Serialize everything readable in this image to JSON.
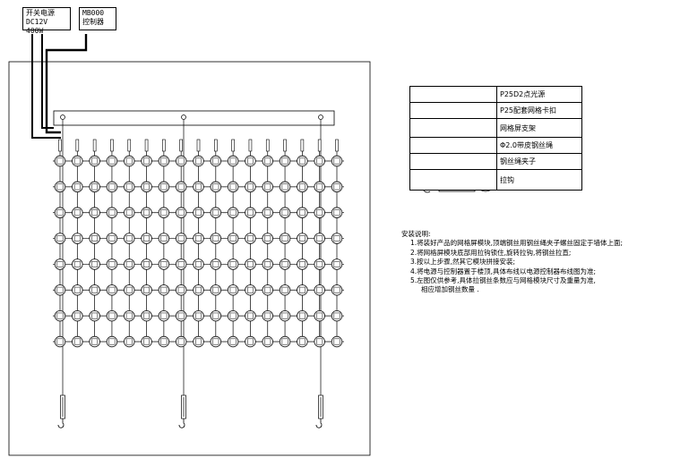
{
  "controller_boxes": {
    "power": {
      "line1": "开关电源",
      "line2": "DC12V 400W"
    },
    "controller": {
      "line1": "MB000",
      "line2": "控制器"
    }
  },
  "legend": [
    {
      "icon": "point-light-source-icon",
      "label": "P25D2点光源"
    },
    {
      "icon": "grid-clip-icon",
      "label": "P25配套网格卡扣"
    },
    {
      "icon": "grid-bracket-icon",
      "label": "网格屏支架"
    },
    {
      "icon": "steel-rope-icon",
      "label": "Φ2.0带皮钢丝绳"
    },
    {
      "icon": "rope-clamp-icon",
      "label": "钢丝绳夹子"
    },
    {
      "icon": "turnbuckle-icon",
      "label": "拉钩"
    }
  ],
  "notes": {
    "title": "安装说明:",
    "items": [
      "1.将装好产品的网格屏模块,顶端钢丝用钢丝绳夹子螺丝固定于墙体上面;",
      "2.将网格屏模块底部用拉钩锁住,旋转拉钩,将钢丝拉直;",
      "3.按以上步骤,然其它模块拼接安装;",
      "4.将电源与控制器置于楼顶,具体布线以电源控制器布线图为准;",
      "5.左图仅供参考,具体拉钢丝条数应与网格模块尺寸及重量为准,"
    ],
    "continuation": "相应增加钢丝数量 ."
  },
  "grid": {
    "columns": 17,
    "rows": 8
  }
}
